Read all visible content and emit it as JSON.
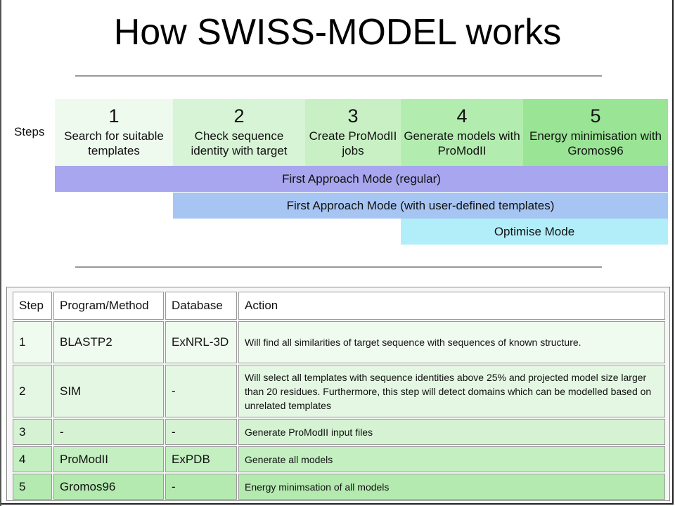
{
  "title": "How SWISS-MODEL works",
  "steps_label": "Steps",
  "steps": [
    {
      "num": "1",
      "desc": "Search for suitable templates",
      "color": "#eefaee"
    },
    {
      "num": "2",
      "desc": "Check sequence identity with target",
      "color": "#d8f4d6"
    },
    {
      "num": "3",
      "desc": "Create ProModII jobs",
      "color": "#c8f0c4"
    },
    {
      "num": "4",
      "desc": "Generate models with ProModII",
      "color": "#b3ecaf"
    },
    {
      "num": "5",
      "desc": "Energy minimisation with Gromos96",
      "color": "#9ae495"
    }
  ],
  "modes": [
    {
      "label": "First Approach Mode (regular)",
      "color": "#a8a6ee"
    },
    {
      "label": "First Approach Mode (with user-defined templates)",
      "color": "#a7c5f2"
    },
    {
      "label": "Optimise Mode",
      "color": "#b2eefa"
    }
  ],
  "table": {
    "headers": [
      "Step",
      "Program/Method",
      "Database",
      "Action"
    ],
    "rows": [
      {
        "step": "1",
        "program": "BLASTP2",
        "database": "ExNRL-3D",
        "action": "Will find all similarities of target sequence with sequences of known structure.",
        "color": "#f0fbf0"
      },
      {
        "step": "2",
        "program": "SIM",
        "database": "-",
        "action": "Will select all templates with sequence identities above 25% and projected model size larger than 20 residues. Furthermore, this step will detect domains which can be modelled based on unrelated templates",
        "color": "#e4f7e3"
      },
      {
        "step": "3",
        "program": "-",
        "database": "-",
        "action": "Generate ProModII input files",
        "color": "#d5f3d3"
      },
      {
        "step": "4",
        "program": "ProModII",
        "database": "ExPDB",
        "action": "Generate all models",
        "color": "#c4efc1"
      },
      {
        "step": "5",
        "program": "Gromos96",
        "database": "-",
        "action": "Energy minimsation of all models",
        "color": "#b4eab0"
      }
    ]
  }
}
